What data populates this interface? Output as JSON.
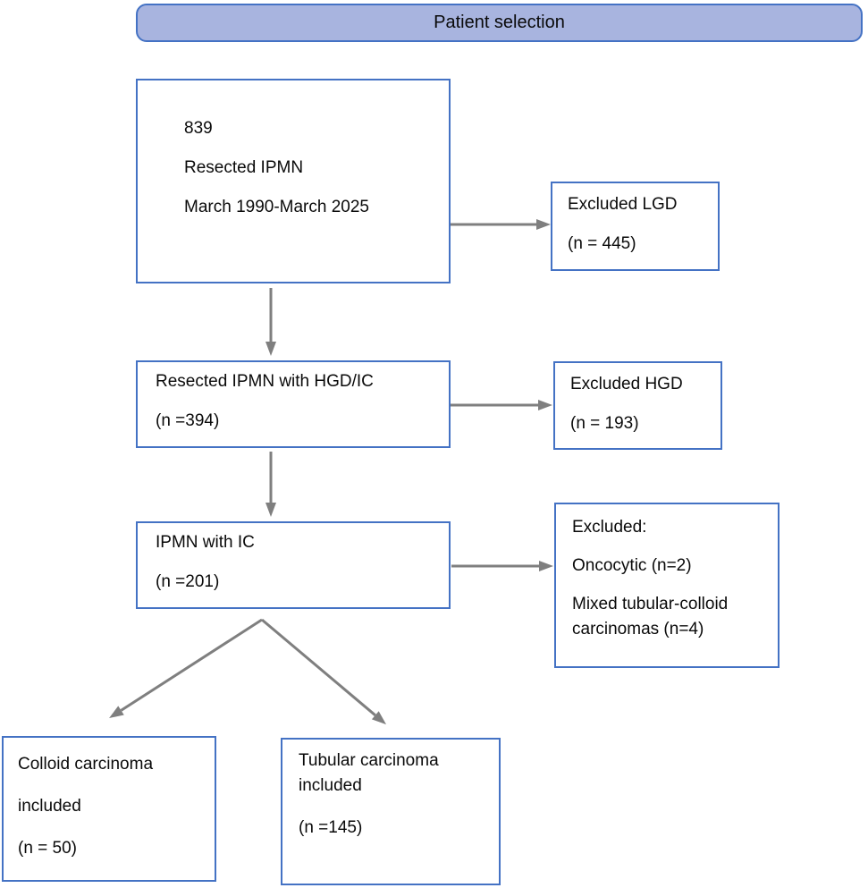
{
  "title": "Patient selection",
  "colors": {
    "box_border": "#4472c4",
    "banner_fill": "#a8b4df",
    "arrow_gray": "#7f7f7f",
    "text": "#0a0a0a"
  },
  "boxes": {
    "resected_ipmn": {
      "line1": "839",
      "line2": "Resected IPMN",
      "line3": "March 1990-March 2025"
    },
    "excluded_lgd": {
      "line1": "Excluded LGD",
      "line2": "(n = 445)"
    },
    "resected_hgd_ic": {
      "line1": "Resected IPMN with HGD/IC",
      "line2": "(n =394)"
    },
    "excluded_hgd": {
      "line1": "Excluded HGD",
      "line2": "(n = 193)"
    },
    "ipmn_ic": {
      "line1": "IPMN with IC",
      "line2": "(n =201)"
    },
    "excluded_other": {
      "line1": "Excluded:",
      "line2": "Oncocytic (n=2)",
      "line3": "Mixed tubular-colloid carcinomas (n=4)"
    },
    "colloid": {
      "line1": "Colloid carcinoma",
      "line2": "included",
      "line3": "(n = 50)"
    },
    "tubular": {
      "line1": "Tubular carcinoma included",
      "line2": "(n =145)"
    }
  }
}
